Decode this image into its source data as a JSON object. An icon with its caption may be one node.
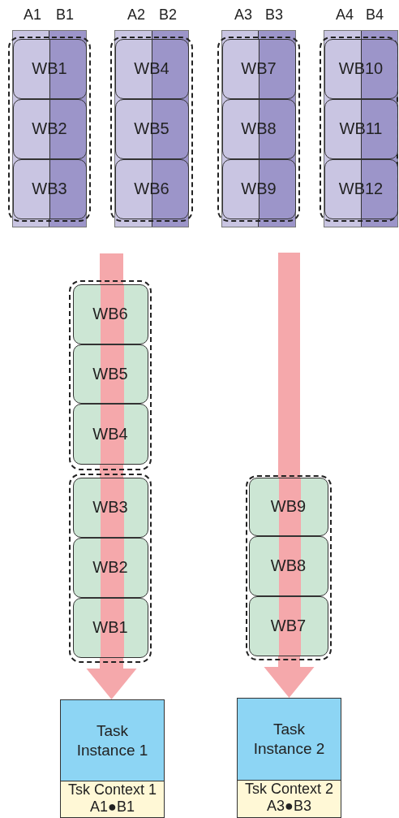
{
  "diagram": {
    "nodes": [
      {
        "text": [],
        "shape": "box"
      },
      {
        "text": [
          "WB1"
        ],
        "in": 0
      },
      {
        "text": [
          "WB2"
        ],
        "in": 0
      },
      {
        "text": [
          "WB3"
        ],
        "in": 0
      },
      {
        "text": [],
        "shape": "box"
      },
      {
        "text": [
          "WB4"
        ],
        "in": 4
      },
      {
        "text": [
          "WB5"
        ],
        "in": 4
      },
      {
        "text": [
          "WB6"
        ],
        "in": 4
      },
      {
        "text": [],
        "shape": "box"
      },
      {
        "text": [
          "WB7"
        ],
        "in": 8
      },
      {
        "text": [
          "WB8"
        ],
        "in": 8
      },
      {
        "text": [
          "WB9"
        ],
        "in": 8
      },
      {
        "text": [],
        "shape": "box"
      },
      {
        "text": [
          "WB10"
        ],
        "in": 12
      },
      {
        "text": [
          "WB11"
        ],
        "in": 12
      },
      {
        "text": [
          "WB12"
        ],
        "in": 12
      },
      {
        "text": [],
        "shape": "box"
      },
      {
        "text": [
          "WB6"
        ],
        "in": 16
      },
      {
        "text": [
          "WB5"
        ],
        "in": 16
      },
      {
        "text": [
          "WB4"
        ],
        "in": 16
      },
      {
        "text": [],
        "shape": "box"
      },
      {
        "text": [
          "WB3"
        ],
        "in": 20
      },
      {
        "text": [
          "WB2"
        ],
        "in": 20
      },
      {
        "text": [
          "WB1"
        ],
        "in": 20
      },
      {
        "text": [],
        "shape": "box"
      },
      {
        "text": [
          "WB9"
        ],
        "in": 24
      },
      {
        "text": [
          "WB8"
        ],
        "in": 24
      },
      {
        "text": [
          "WB7"
        ],
        "in": 24
      },
      {
        "text": [
          "Task Instance 1"
        ]
      },
      {
        "text": [
          "Tsk Context 1",
          "A1●B1"
        ]
      },
      {
        "text": [
          "Task Instance 2"
        ]
      },
      {
        "text": [
          "Tsk Context 2",
          "A3●B3"
        ]
      }
    ],
    "edges": [
      {
        "from": null,
        "to": 28,
        "arrow": "to"
      },
      {
        "from": null,
        "to": 30,
        "arrow": "to"
      }
    ],
    "labels": [
      "A1",
      "B1",
      "A2",
      "B2",
      "A3",
      "B3",
      "A4",
      "B4"
    ]
  }
}
